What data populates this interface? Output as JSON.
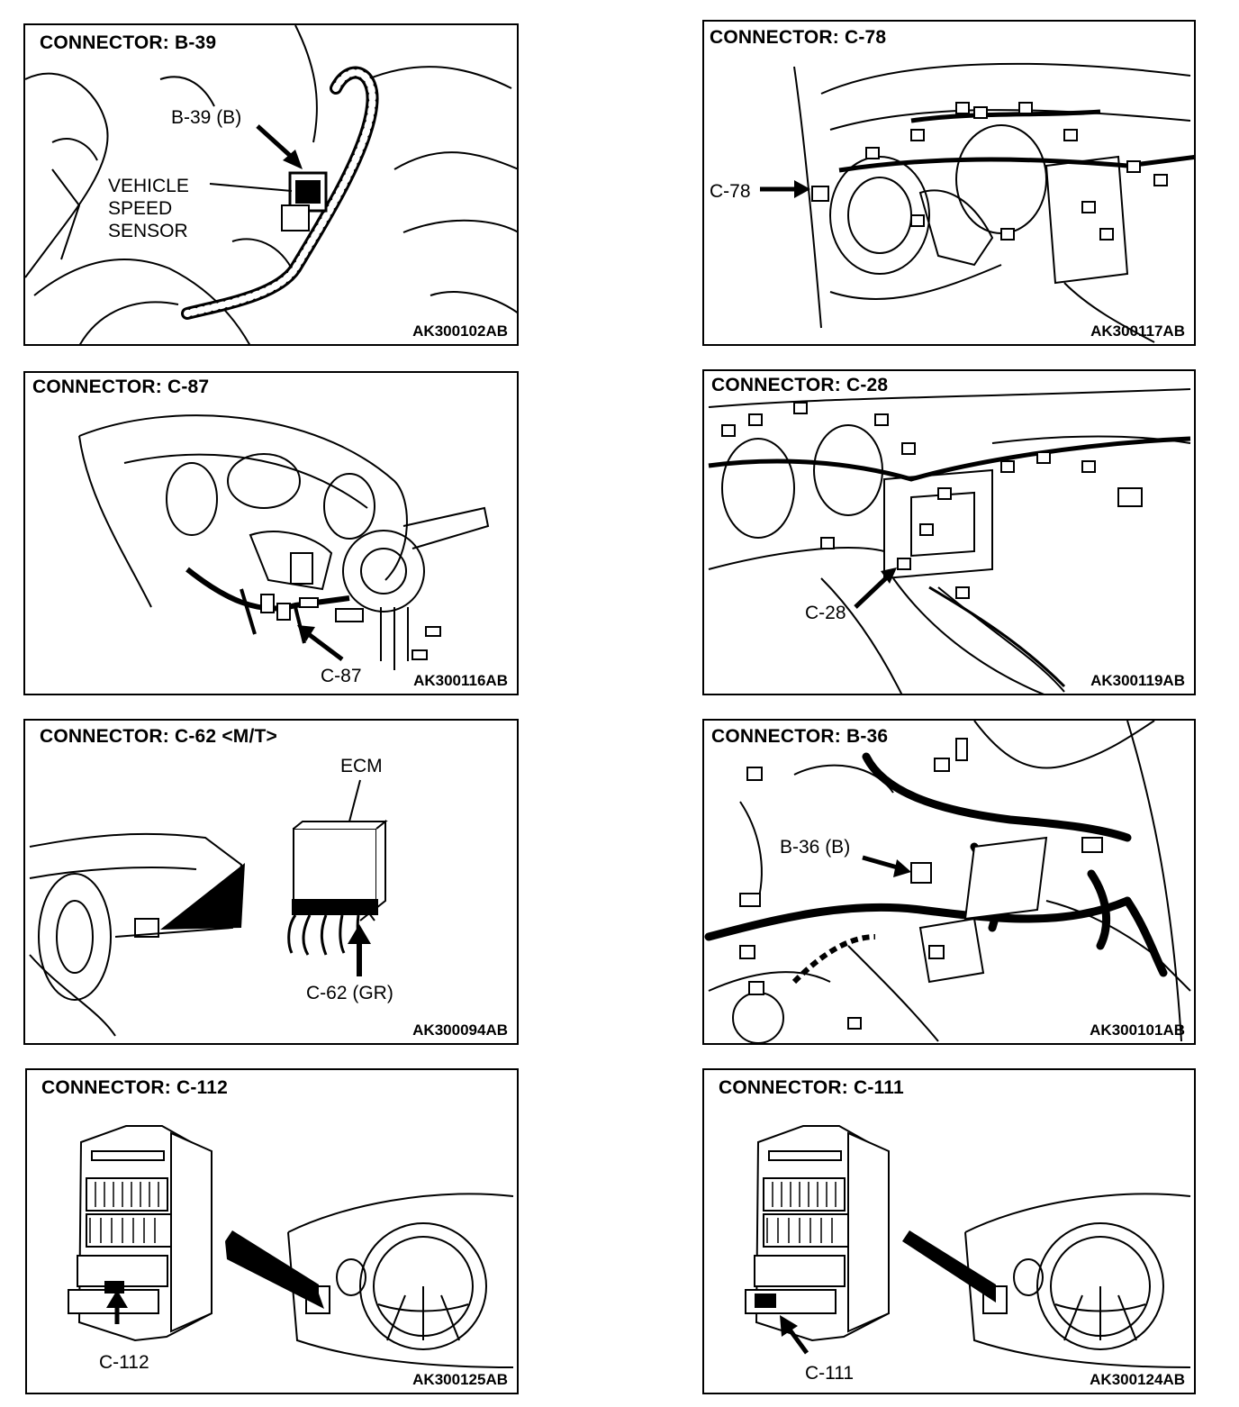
{
  "panels": [
    {
      "title": "CONNECTOR: B-39",
      "code": "AK300102AB",
      "labels": {
        "connector": "B-39 (B)",
        "sensor_lines": [
          "VEHICLE",
          "SPEED",
          "SENSOR"
        ]
      }
    },
    {
      "title": "CONNECTOR: C-78",
      "code": "AK300117AB",
      "labels": {
        "connector": "C-78"
      }
    },
    {
      "title": "CONNECTOR: C-87",
      "code": "AK300116AB",
      "labels": {
        "connector": "C-87"
      }
    },
    {
      "title": "CONNECTOR: C-28",
      "code": "AK300119AB",
      "labels": {
        "connector": "C-28"
      }
    },
    {
      "title": "CONNECTOR: C-62 <M/T>",
      "code": "AK300094AB",
      "labels": {
        "ecm": "ECM",
        "connector": "C-62 (GR)"
      }
    },
    {
      "title": "CONNECTOR: B-36",
      "code": "AK300101AB",
      "labels": {
        "connector": "B-36 (B)"
      }
    },
    {
      "title": "CONNECTOR: C-112",
      "code": "AK300125AB",
      "labels": {
        "connector": "C-112"
      }
    },
    {
      "title": "CONNECTOR: C-111",
      "code": "AK300124AB",
      "labels": {
        "connector": "C-111"
      }
    }
  ]
}
